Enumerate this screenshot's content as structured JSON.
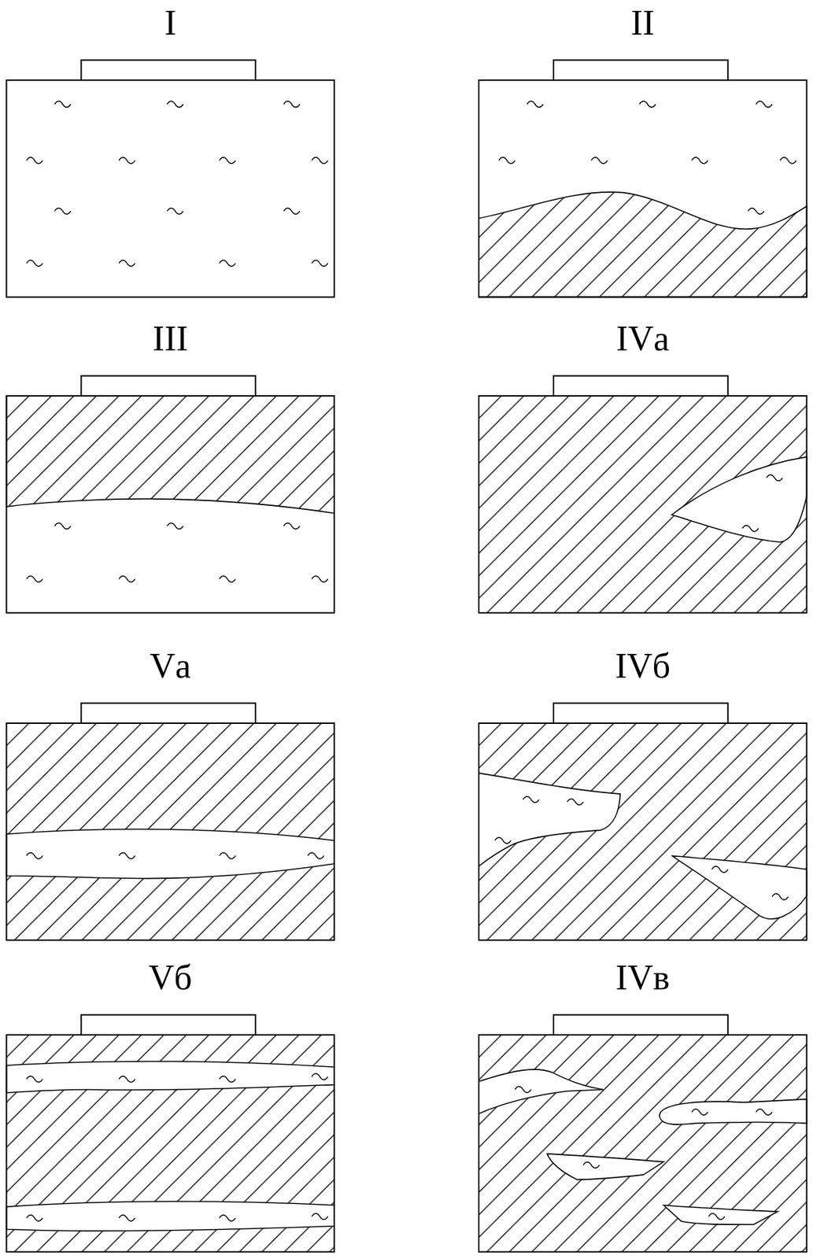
{
  "diagram": {
    "nodes": [
      {
        "text": [
          "I"
        ]
      },
      {
        "text": [
          "II"
        ]
      },
      {
        "text": [
          "III"
        ]
      },
      {
        "text": [
          "IVа"
        ]
      },
      {
        "text": [
          "Vа"
        ]
      },
      {
        "text": [
          "IVб"
        ]
      },
      {
        "text": [
          "Vб"
        ]
      },
      {
        "text": [
          "IVв"
        ]
      }
    ]
  }
}
